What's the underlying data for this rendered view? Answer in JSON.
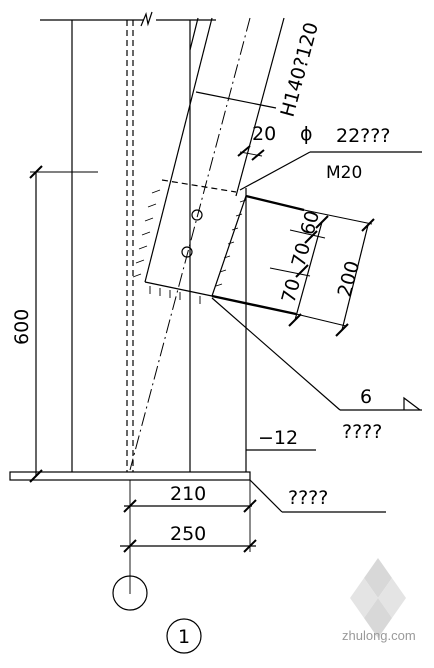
{
  "labels": {
    "member": "H140?120",
    "t20": "20",
    "phi": "ϕ",
    "hole": "22???",
    "bolt": "M20",
    "g60": "60",
    "g70a": "70",
    "g70b": "70",
    "g200": "200",
    "h600": "600",
    "weld": "6",
    "weld_note": "????",
    "plate": "−12",
    "base_note": "????",
    "w210": "210",
    "w250": "250",
    "detail": "1"
  },
  "watermark": "zhulong.com",
  "colors": {
    "line": "#000000",
    "watermark": "#9a9a9a"
  }
}
